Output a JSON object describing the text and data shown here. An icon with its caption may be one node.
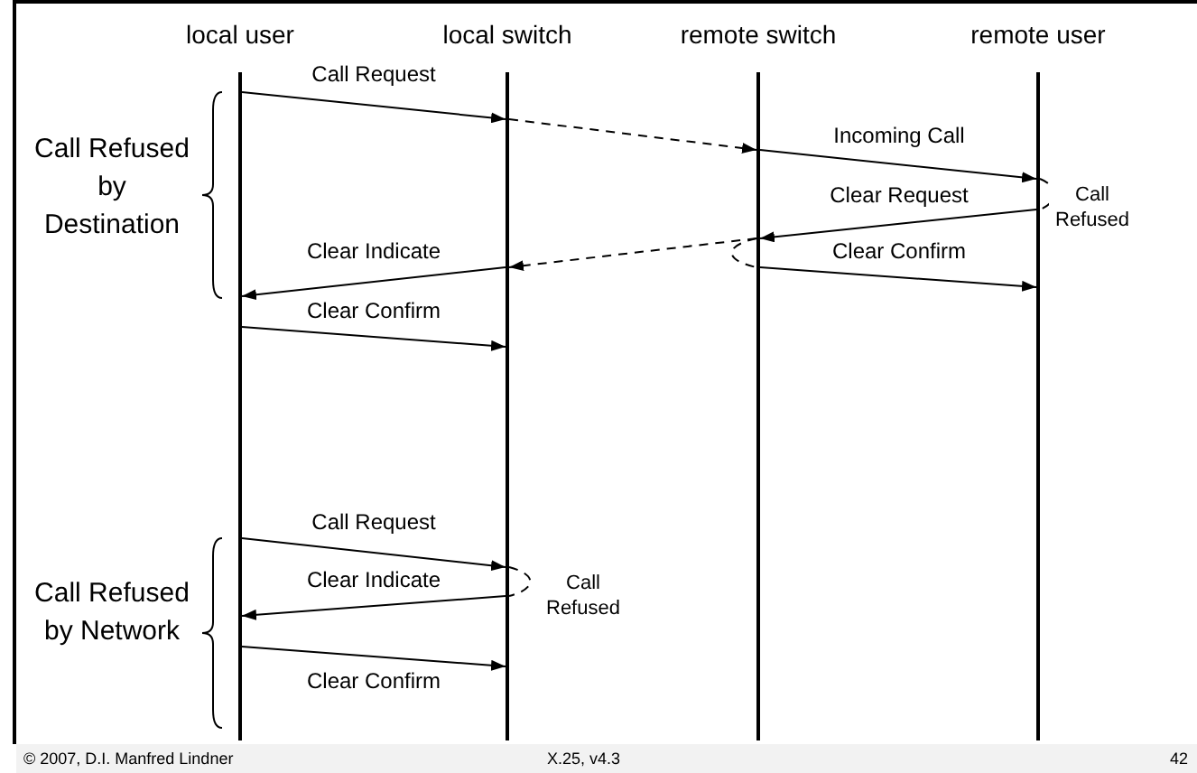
{
  "diagram": {
    "nodes": [
      {
        "text": [],
        "shape": "bar",
        "beside": [
          "local user"
        ]
      },
      {
        "text": [],
        "shape": "bar",
        "beside": [
          "local switch"
        ]
      },
      {
        "text": [],
        "shape": "bar",
        "beside": [
          "remote switch"
        ]
      },
      {
        "text": [],
        "shape": "bar",
        "beside": [
          "remote user"
        ]
      }
    ],
    "edges": [
      {
        "from": 0,
        "to": 1,
        "arrow": "to",
        "label": "Call Request"
      },
      {
        "from": 1,
        "to": 2,
        "arrow": "to",
        "style": "dashed"
      },
      {
        "from": 2,
        "to": 3,
        "arrow": "to",
        "label": "Incoming Call"
      },
      {
        "from": 3,
        "to": 3,
        "arrow": "none",
        "style": "dashed",
        "label": "Call Refused"
      },
      {
        "from": 3,
        "to": 2,
        "arrow": "to",
        "label": "Clear Request"
      },
      {
        "from": 2,
        "to": 1,
        "arrow": "to",
        "style": "dashed"
      },
      {
        "from": 2,
        "to": 2,
        "arrow": "none",
        "style": "dashed"
      },
      {
        "from": 2,
        "to": 3,
        "arrow": "to",
        "label": "Clear Confirm"
      },
      {
        "from": 1,
        "to": 0,
        "arrow": "to",
        "label": "Clear Indicate"
      },
      {
        "from": 0,
        "to": 1,
        "arrow": "to",
        "label": "Clear Confirm"
      },
      {
        "from": 0,
        "to": 1,
        "arrow": "to",
        "label": "Call Request"
      },
      {
        "from": 1,
        "to": 1,
        "arrow": "none",
        "style": "dashed",
        "label": "Call Refused"
      },
      {
        "from": 1,
        "to": 0,
        "arrow": "to",
        "label": "Clear Indicate"
      },
      {
        "from": 0,
        "to": 1,
        "arrow": "to",
        "label": "Clear Confirm"
      }
    ],
    "labels": [
      "Call Refused by Destination",
      "Call Refused by Network",
      "© 2007, D.I. Manfred Lindner",
      "X.25, v4.3",
      "42"
    ]
  }
}
